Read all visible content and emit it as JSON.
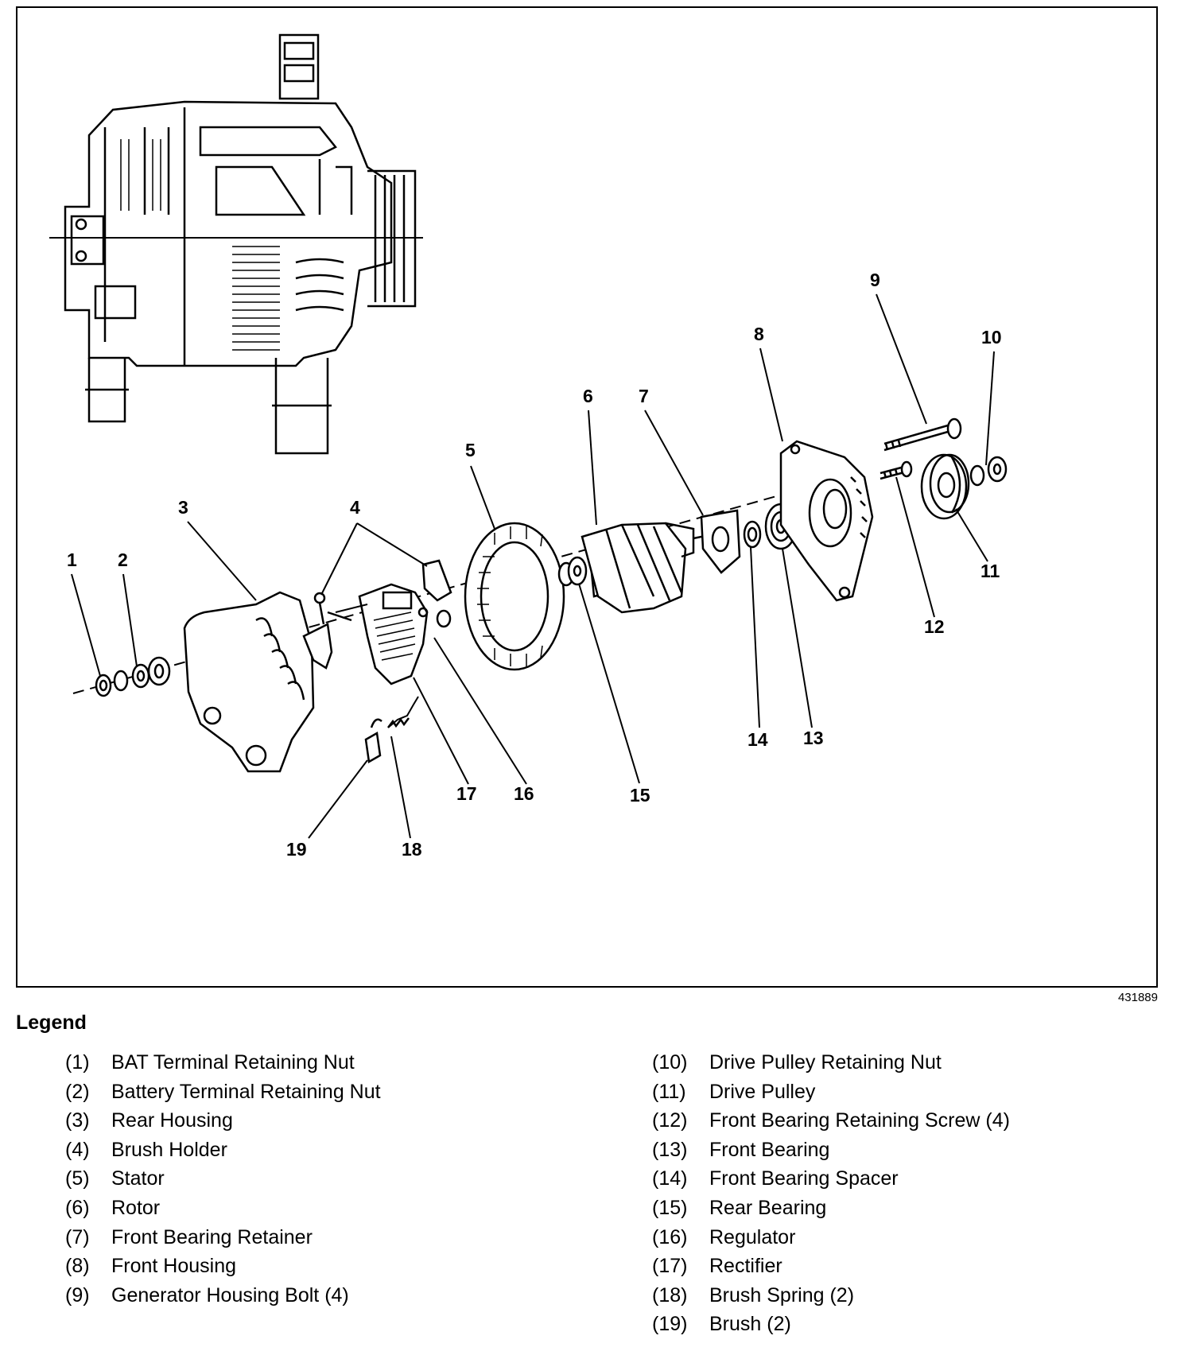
{
  "figure_id": "431889",
  "callouts": [
    "1",
    "2",
    "3",
    "4",
    "5",
    "6",
    "7",
    "8",
    "9",
    "10",
    "11",
    "12",
    "13",
    "14",
    "15",
    "16",
    "17",
    "18",
    "19"
  ],
  "legend": {
    "title": "Legend",
    "left": [
      {
        "num": "(1)",
        "label": "BAT Terminal Retaining Nut"
      },
      {
        "num": "(2)",
        "label": "Battery Terminal Retaining Nut"
      },
      {
        "num": "(3)",
        "label": "Rear Housing"
      },
      {
        "num": "(4)",
        "label": "Brush Holder"
      },
      {
        "num": "(5)",
        "label": "Stator"
      },
      {
        "num": "(6)",
        "label": "Rotor"
      },
      {
        "num": "(7)",
        "label": "Front Bearing Retainer"
      },
      {
        "num": "(8)",
        "label": "Front Housing"
      },
      {
        "num": "(9)",
        "label": "Generator Housing Bolt (4)"
      }
    ],
    "right": [
      {
        "num": "(10)",
        "label": "Drive Pulley Retaining Nut"
      },
      {
        "num": "(11)",
        "label": "Drive Pulley"
      },
      {
        "num": "(12)",
        "label": "Front Bearing Retaining Screw (4)"
      },
      {
        "num": "(13)",
        "label": "Front Bearing"
      },
      {
        "num": "(14)",
        "label": "Front Bearing Spacer"
      },
      {
        "num": "(15)",
        "label": "Rear Bearing"
      },
      {
        "num": "(16)",
        "label": "Regulator"
      },
      {
        "num": "(17)",
        "label": "Rectifier"
      },
      {
        "num": "(18)",
        "label": "Brush Spring (2)"
      },
      {
        "num": "(19)",
        "label": "Brush (2)"
      }
    ]
  }
}
